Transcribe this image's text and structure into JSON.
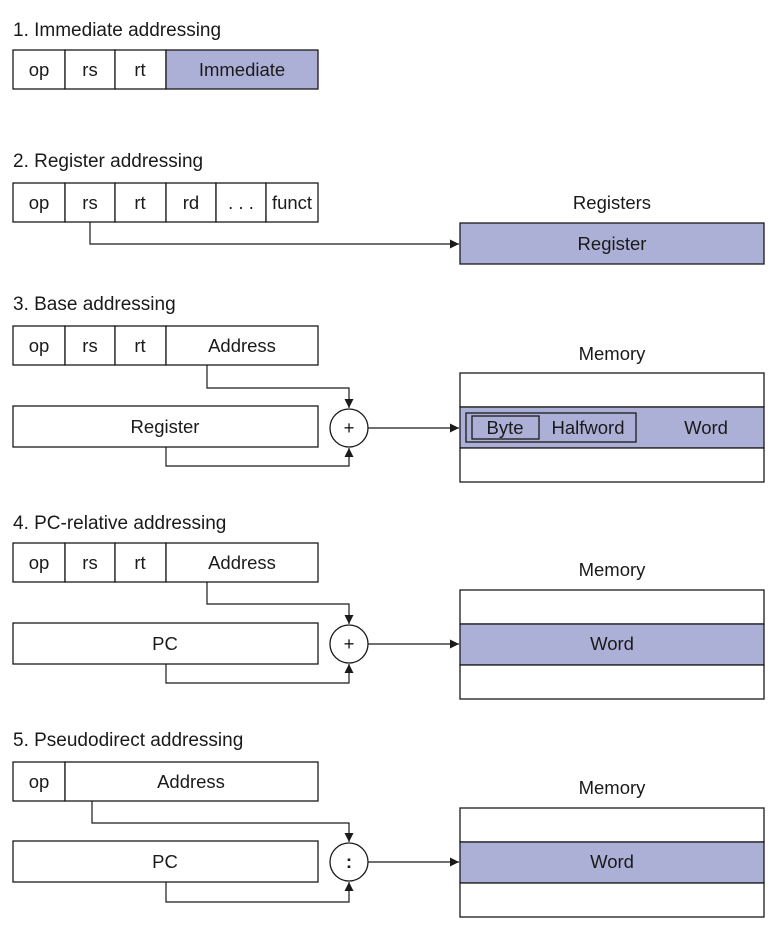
{
  "colors": {
    "highlight": "#adb0d6",
    "stroke": "#1a1a1a"
  },
  "sections": {
    "immediate": {
      "title": "1.  Immediate addressing",
      "fields": [
        "op",
        "rs",
        "rt",
        "Immediate"
      ]
    },
    "register": {
      "title": "2. Register addressing",
      "fields": [
        "op",
        "rs",
        "rt",
        "rd",
        ". . .",
        "funct"
      ],
      "store_label": "Registers",
      "target": "Register"
    },
    "base": {
      "title": "3.  Base addressing",
      "fields": [
        "op",
        "rs",
        "rt",
        "Address"
      ],
      "register": "Register",
      "operator": "+",
      "store_label": "Memory",
      "byte": "Byte",
      "halfword": "Halfword",
      "word": "Word"
    },
    "pcrel": {
      "title": "4.  PC-relative addressing",
      "fields": [
        "op",
        "rs",
        "rt",
        "Address"
      ],
      "register": "PC",
      "operator": "+",
      "store_label": "Memory",
      "word": "Word"
    },
    "pseudo": {
      "title": "5.  Pseudodirect addressing",
      "fields": [
        "op",
        "Address"
      ],
      "register": "PC",
      "operator": ":",
      "store_label": "Memory",
      "word": "Word"
    }
  }
}
